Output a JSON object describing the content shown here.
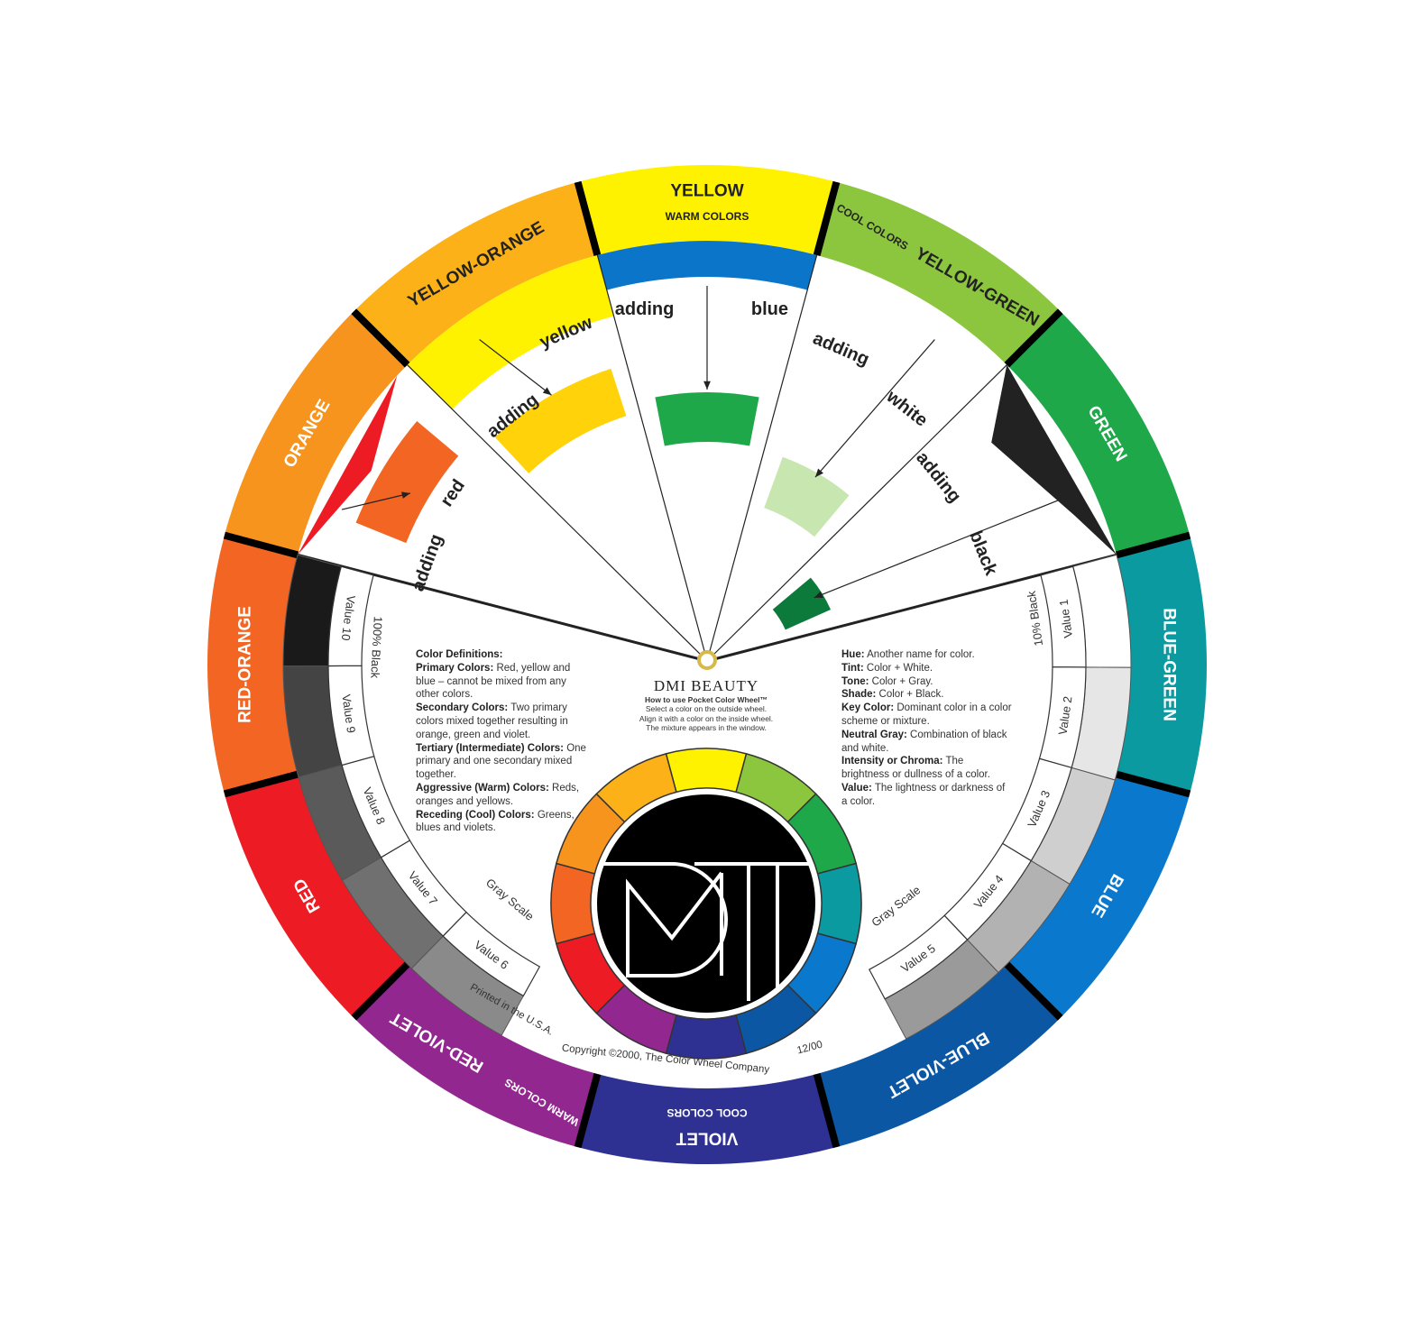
{
  "wheel": {
    "segments": [
      {
        "name": "YELLOW",
        "color": "#fff200",
        "sub": "WARM COLORS",
        "sub_arrow": "left"
      },
      {
        "name": "YELLOW-GREEN",
        "color": "#8cc63f",
        "sub": "COOL COLORS",
        "sub_arrow": "right"
      },
      {
        "name": "GREEN",
        "color": "#1fa84a"
      },
      {
        "name": "BLUE-GREEN",
        "color": "#0a9aa0"
      },
      {
        "name": "BLUE",
        "color": "#0a78cc"
      },
      {
        "name": "BLUE-VIOLET",
        "color": "#0c57a3"
      },
      {
        "name": "VIOLET",
        "color": "#2e3192",
        "sub": "COOL COLORS",
        "sub_arrow": "right"
      },
      {
        "name": "RED-VIOLET",
        "color": "#92278f",
        "sub": "WARM COLORS",
        "sub_arrow": "left"
      },
      {
        "name": "RED",
        "color": "#ed1c24"
      },
      {
        "name": "RED-ORANGE",
        "color": "#f26522"
      },
      {
        "name": "ORANGE",
        "color": "#f7941d"
      },
      {
        "name": "YELLOW-ORANGE",
        "color": "#fbb117"
      }
    ]
  },
  "mixing": [
    {
      "verb": "adding",
      "agent": "red",
      "result_color": "#f26522"
    },
    {
      "verb": "adding",
      "agent": "yellow",
      "result_color": "#ffd20a"
    },
    {
      "verb": "adding",
      "agent": "blue",
      "result_color": "#1fa84a"
    },
    {
      "verb": "adding",
      "agent": "white",
      "result_color": "#c8e6b0"
    },
    {
      "verb": "adding",
      "agent": "black",
      "result_color": "#0b7a3a"
    }
  ],
  "gray_scale": {
    "title": "Gray Scale",
    "black_label": "100% Black",
    "light_label": "10% Black",
    "values": [
      {
        "label": "Value 1",
        "color": "#ffffff"
      },
      {
        "label": "Value 2",
        "color": "#e6e6e6"
      },
      {
        "label": "Value 3",
        "color": "#cfcfcf"
      },
      {
        "label": "Value 4",
        "color": "#b2b2b2"
      },
      {
        "label": "Value 5",
        "color": "#9a9a9a"
      },
      {
        "label": "Value 6",
        "color": "#8a8a8a"
      },
      {
        "label": "Value 7",
        "color": "#707070"
      },
      {
        "label": "Value 8",
        "color": "#5a5a5a"
      },
      {
        "label": "Value 9",
        "color": "#444444"
      },
      {
        "label": "Value 10",
        "color": "#1a1a1a"
      }
    ]
  },
  "brand": {
    "name": "DMI BEAUTY",
    "howto_title": "How to use Pocket Color Wheel™",
    "howto_lines": [
      "Select a color on the outside wheel.",
      "Align it with a color on the inside wheel.",
      "The mixture appears in the window."
    ]
  },
  "definitions_left": [
    {
      "term": "Color Definitions:",
      "text": ""
    },
    {
      "term": "Primary Colors:",
      "text": " Red, yellow and blue – cannot be mixed from any other colors."
    },
    {
      "term": "Secondary Colors:",
      "text": " Two primary colors mixed together resulting in orange, green and violet."
    },
    {
      "term": "Tertiary (Intermediate) Colors:",
      "text": " One primary and one secondary mixed together."
    },
    {
      "term": "Aggressive (Warm) Colors:",
      "text": " Reds, oranges and yellows."
    },
    {
      "term": "Receding (Cool) Colors:",
      "text": " Greens, blues and violets."
    }
  ],
  "definitions_right": [
    {
      "term": "Hue:",
      "text": " Another name for color."
    },
    {
      "term": "Tint:",
      "text": " Color + White."
    },
    {
      "term": "Tone:",
      "text": " Color + Gray."
    },
    {
      "term": "Shade:",
      "text": " Color + Black."
    },
    {
      "term": "Key Color:",
      "text": " Dominant color in a color scheme or mixture."
    },
    {
      "term": "Neutral Gray:",
      "text": " Combination of black and white."
    },
    {
      "term": "Intensity or Chroma:",
      "text": " The brightness or dullness of a color."
    },
    {
      "term": "Value:",
      "text": " The lightness or darkness of a color."
    }
  ],
  "footer": {
    "printed": "Printed in the U.S.A.",
    "copyright": "Copyright ©2000, The Color Wheel Company",
    "code": "12/00"
  }
}
